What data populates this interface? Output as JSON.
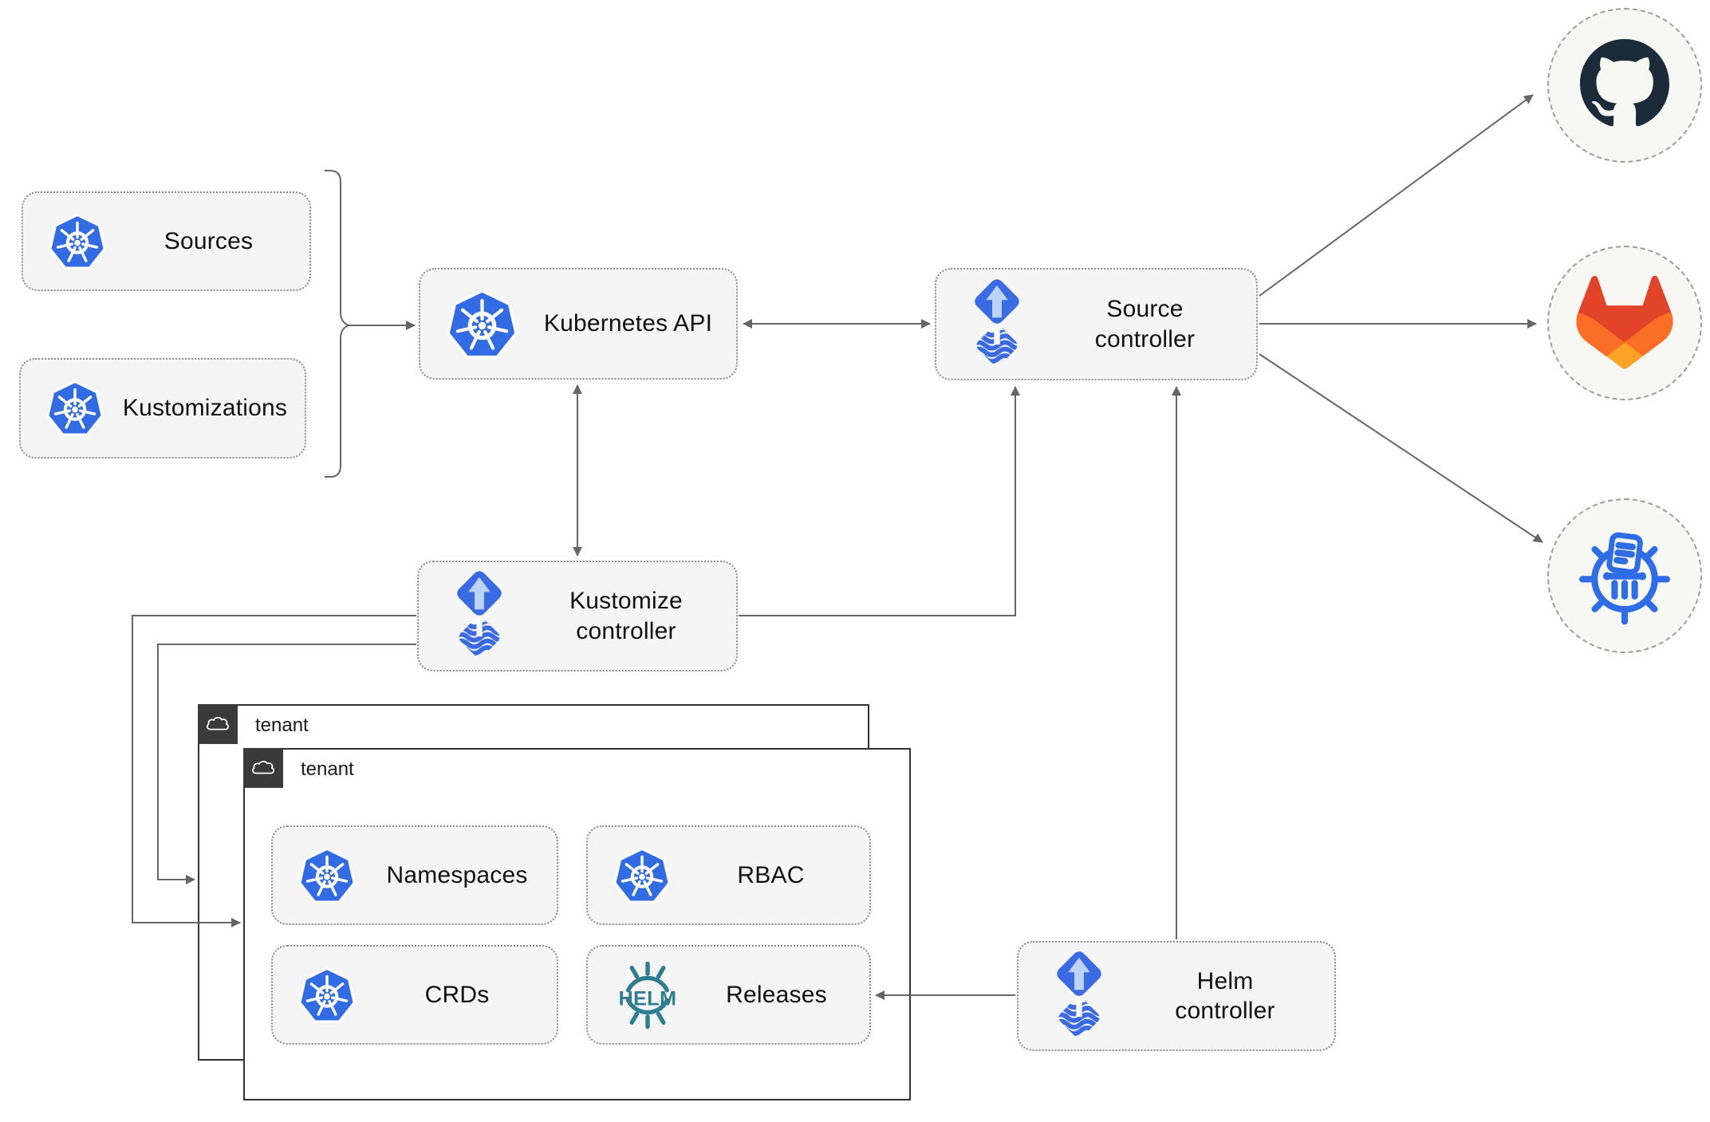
{
  "diagram": {
    "nodes": {
      "sources": {
        "label": "Sources"
      },
      "kustomizations": {
        "label": "Kustomizations"
      },
      "kubernetes_api": {
        "label": "Kubernetes API"
      },
      "source_controller": {
        "label": "Source\ncontroller"
      },
      "kustomize_controller": {
        "label": "Kustomize\ncontroller"
      },
      "helm_controller": {
        "label": "Helm\ncontroller"
      },
      "tenant_back": {
        "label": "tenant"
      },
      "tenant_front": {
        "label": "tenant"
      },
      "namespaces": {
        "label": "Namespaces"
      },
      "rbac": {
        "label": "RBAC"
      },
      "crds": {
        "label": "CRDs"
      },
      "releases": {
        "label": "Releases",
        "icon_text": "HELM"
      }
    },
    "colors": {
      "connector": "#666666",
      "node_fill": "#f5f5f5",
      "node_border": "#8c8c8c",
      "circle_fill": "#f7f7f4",
      "circle_border": "#9e9e9e",
      "tenant_badge": "#3a3a3a",
      "tenant_border": "#333333",
      "label_color": "#111111",
      "kubernetes_blue": "#326ce5",
      "flux_blue": "#3b6be4",
      "flux_light": "#bcd2f6",
      "helm_teal": "#2e7d91",
      "github_dark": "#1b2b3a",
      "gitlab_red": "#e24329",
      "gitlab_orange": "#fc6d26",
      "gitlab_yellow": "#fca326",
      "chartmuseum_blue": "#2f6de8"
    }
  }
}
